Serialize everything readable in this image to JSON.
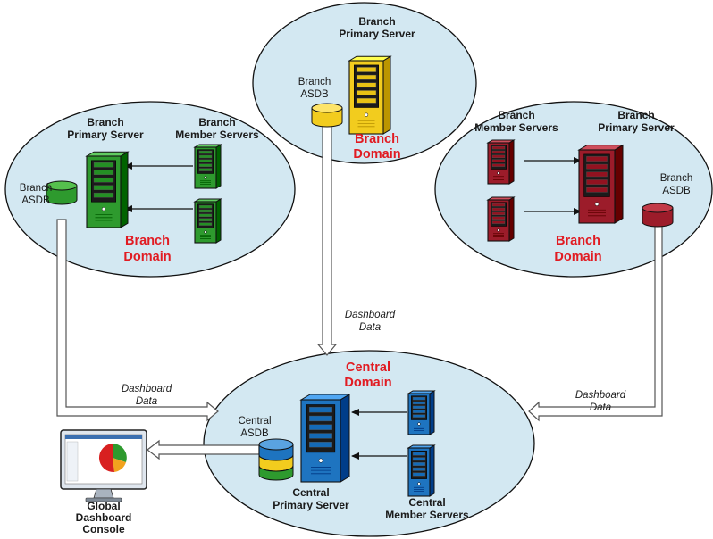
{
  "colors": {
    "domain_fill": "#d3e8f2",
    "domain_label": "#e11b22",
    "green": "#2e9a2e",
    "yellow": "#f2cc1e",
    "red": "#9c1c2a",
    "blue": "#1e74c0"
  },
  "branch_left": {
    "primary_label_1": "Branch",
    "primary_label_2": "Primary Server",
    "members_label_1": "Branch",
    "members_label_2": "Member Servers",
    "asdb_label_1": "Branch",
    "asdb_label_2": "ASDB",
    "domain_1": "Branch",
    "domain_2": "Domain"
  },
  "branch_top": {
    "primary_label_1": "Branch",
    "primary_label_2": "Primary Server",
    "asdb_label_1": "Branch",
    "asdb_label_2": "ASDB",
    "domain_1": "Branch",
    "domain_2": "Domain"
  },
  "branch_right": {
    "members_label_1": "Branch",
    "members_label_2": "Member Servers",
    "primary_label_1": "Branch",
    "primary_label_2": "Primary Server",
    "asdb_label_1": "Branch",
    "asdb_label_2": "ASDB",
    "domain_1": "Branch",
    "domain_2": "Domain"
  },
  "central": {
    "domain_1": "Central",
    "domain_2": "Domain",
    "asdb_label_1": "Central",
    "asdb_label_2": "ASDB",
    "primary_label_1": "Central",
    "primary_label_2": "Primary Server",
    "members_label_1": "Central",
    "members_label_2": "Member Servers"
  },
  "flows": {
    "left_1": "Dashboard",
    "left_2": "Data",
    "top_1": "Dashboard",
    "top_2": "Data",
    "right_1": "Dashboard",
    "right_2": "Data"
  },
  "console": {
    "label_1": "Global",
    "label_2": "Dashboard",
    "label_3": "Console"
  },
  "icons": [
    "server-tower-icon",
    "database-cylinder-icon",
    "monitor-pie-chart-icon"
  ]
}
